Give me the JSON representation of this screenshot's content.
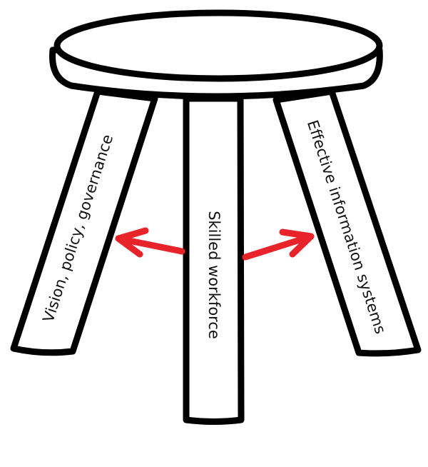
{
  "diagram": {
    "legs": {
      "left": "Vision, policy, governance",
      "middle": "Skilled workforce",
      "right": "Effective information systems"
    },
    "colors": {
      "outline": "#000000",
      "arrow": "#e8232a",
      "fill": "#ffffff"
    }
  }
}
